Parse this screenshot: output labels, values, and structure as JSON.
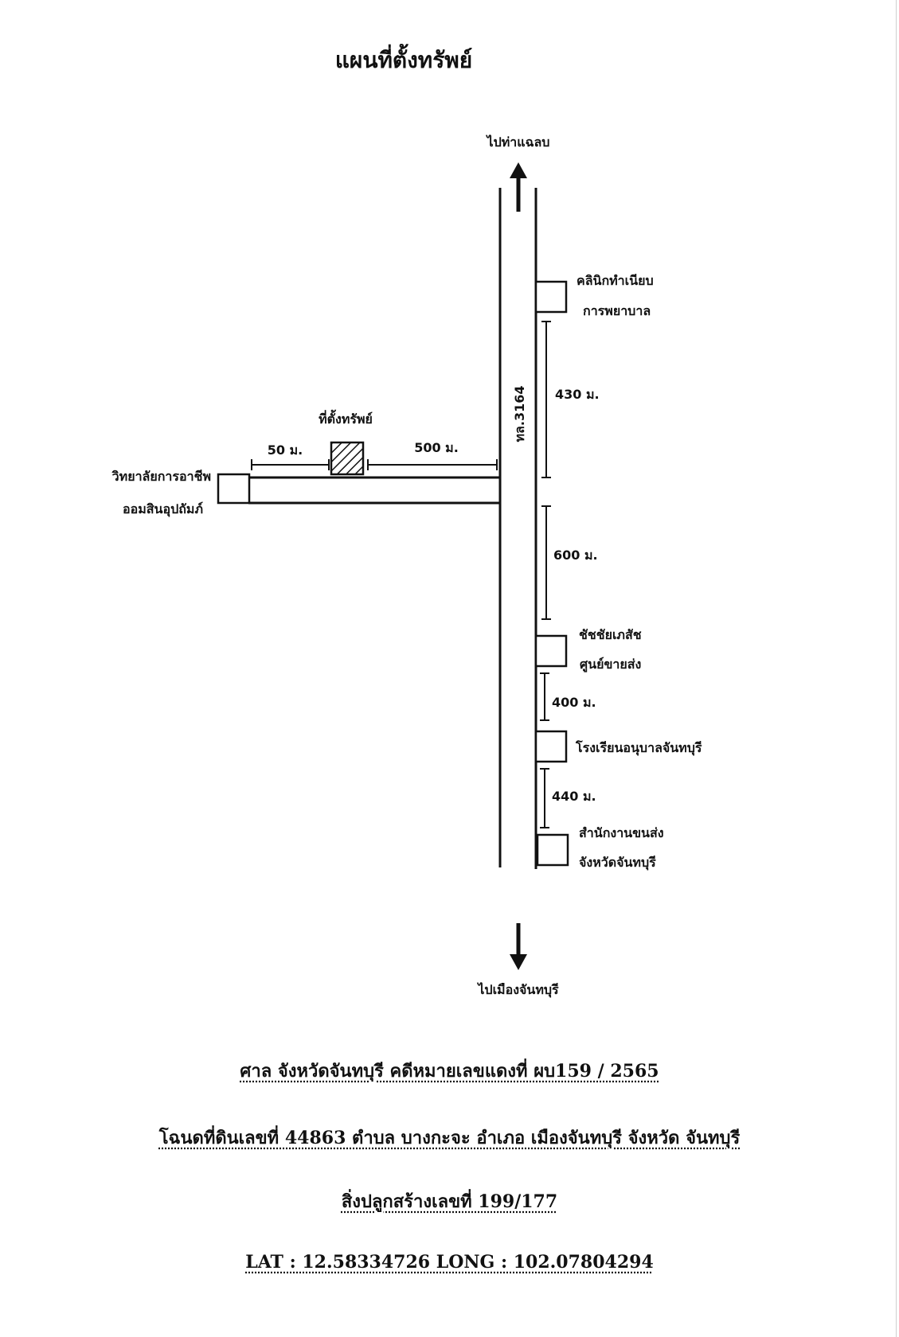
{
  "title": "แผนที่ตั้งทรัพย์",
  "directions": {
    "north": "ไปท่าแฉลบ",
    "south": "ไปเมืองจันทบุรี"
  },
  "road_label": "ทล.3164",
  "property_label": "ที่ตั้งทรัพย์",
  "college": {
    "line1": "วิทยาลัยการอาชีพ",
    "line2": "ออมสินอุปถัมภ์"
  },
  "distances": {
    "to_college": "50 ม.",
    "to_main_road": "500 ม.",
    "clinic": "430 ม.",
    "pharmacy": "600 ม.",
    "school": "400 ม.",
    "office": "440 ม."
  },
  "landmarks": {
    "clinic": {
      "line1": "คลินิกทำเนียบ",
      "line2": "การพยาบาล"
    },
    "pharmacy": {
      "line1": "ชัชชัยเภสัช",
      "line2": "ศูนย์ขายส่ง"
    },
    "school": {
      "line1": "โรงเรียนอนุบาลจันทบุรี"
    },
    "office": {
      "line1": "สำนักงานขนส่ง",
      "line2": "จังหวัดจันทบุรี"
    }
  },
  "info": {
    "court_line": "ศาล จังหวัดจันทบุรี คดีหมายเลขแดงที่ ผบ159 / 2565",
    "deed_line": "โฉนดที่ดินเลขที่ 44863 ตำบล บางกะจะ อำเภอ เมืองจันทบุรี จังหวัด จันทบุรี",
    "building_line": "สิ่งปลูกสร้างเลขที่ 199/177",
    "coord_line": "LAT : 12.58334726 LONG : 102.07804294"
  }
}
